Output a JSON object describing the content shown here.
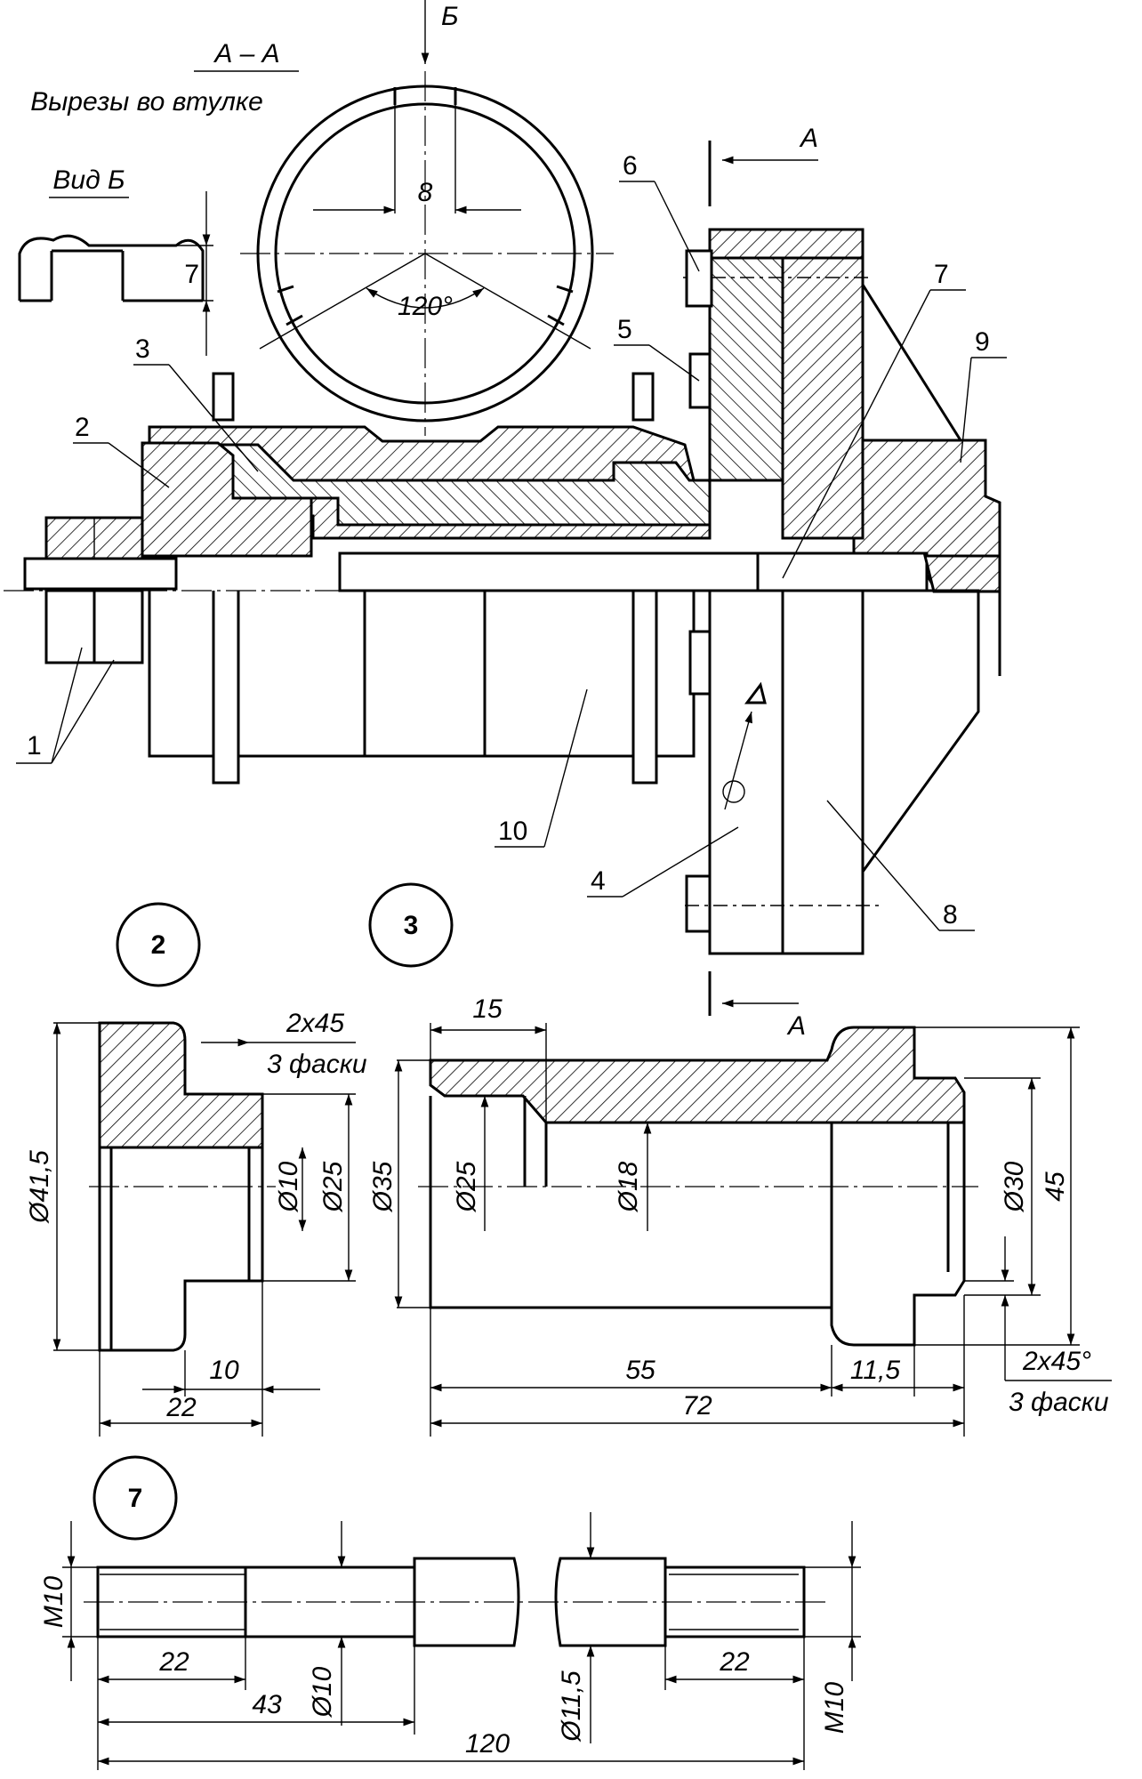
{
  "header": {
    "section_label": "А – А",
    "section_caption": "Вырезы во втулке",
    "view_label": "Вид Б",
    "view_arrow_letter": "Б",
    "section_arrow_letter": "А"
  },
  "assembly": {
    "dim_slot_width": "8",
    "dim_slot_depth": "7",
    "dim_angle": "120°",
    "callouts": [
      "1",
      "2",
      "3",
      "4",
      "5",
      "6",
      "7",
      "8",
      "9",
      "10"
    ]
  },
  "part2": {
    "id": "2",
    "dim_diameter_outer": "Ø41,5",
    "dim_diameter_bore": "Ø10",
    "dim_diameter_hub": "Ø25",
    "dim_chamfer": "2x45",
    "dim_chamfer_note": "3 фаски",
    "dim_hub_length": "10",
    "dim_total_length": "22"
  },
  "part3": {
    "id": "3",
    "dim_length_15": "15",
    "dim_diameter_35": "Ø35",
    "dim_diameter_25": "Ø25",
    "dim_diameter_18": "Ø18",
    "dim_diameter_30": "Ø30",
    "dim_height_45": "45",
    "dim_length_55": "55",
    "dim_length_11_5": "11,5",
    "dim_total_72": "72",
    "dim_chamfer": "2x45°",
    "dim_chamfer_note": "3 фаски"
  },
  "part7": {
    "id": "7",
    "dim_thread_left": "M10",
    "dim_thread_right": "M10",
    "dim_thread_len_left": "22",
    "dim_thread_len_right": "22",
    "dim_diameter_10": "Ø10",
    "dim_diameter_11_5": "Ø11,5",
    "dim_length_43": "43",
    "dim_total_120": "120"
  }
}
